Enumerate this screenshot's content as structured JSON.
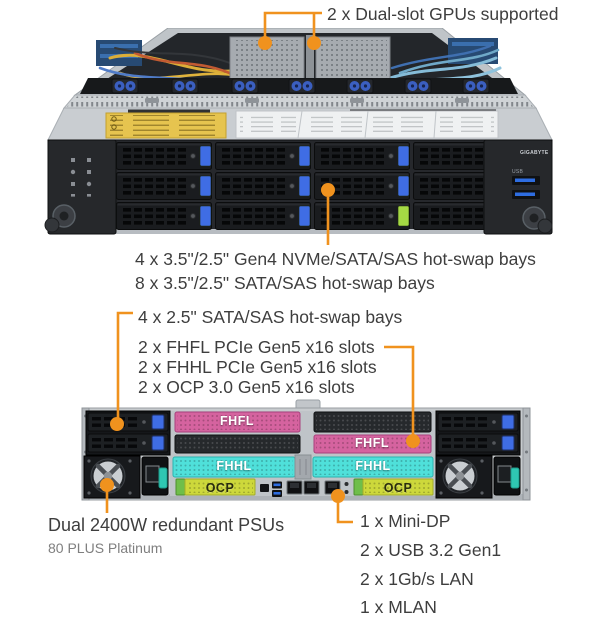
{
  "accent_color": "#F0921E",
  "text_color": "#3E3E3E",
  "annotations": {
    "gpu_support": "2 x Dual-slot GPUs supported",
    "front_bays_line1": "4 x 3.5\"/2.5\" Gen4 NVMe/SATA/SAS hot-swap bays",
    "front_bays_line2": "8 x 3.5\"/2.5\" SATA/SAS hot-swap bays",
    "rear_bays": "4 x 2.5\" SATA/SAS hot-swap bays",
    "expansion_slots": [
      "2 x FHFL PCIe Gen5 x16 slots",
      "2 x FHHL PCIe Gen5 x16 slots",
      "2 x OCP 3.0 Gen5 x16 slots"
    ],
    "psu_title": "Dual 2400W redundant PSUs",
    "psu_subtitle": "80 PLUS Platinum",
    "rear_io": [
      "1 x Mini-DP",
      "2 x USB 3.2 Gen1",
      "2 x 1Gb/s LAN",
      "1 x MLAN"
    ]
  },
  "front_view": {
    "brand": "GIGABYTE",
    "usb_label": "USB",
    "latch_colors": [
      "#3F6DE4",
      "#3F6DE4",
      "#3F6DE4",
      "#A5D944",
      "#3F6DE4",
      "#3F6DE4",
      "#3F6DE4",
      "#A5D944",
      "#3F6DE4",
      "#3F6DE4",
      "#A5D944",
      "#A5D944"
    ]
  },
  "rear_view": {
    "slot_labels": {
      "fhfl": "FHFL",
      "fhhl": "FHHL",
      "ocp": "OCP"
    },
    "slot_colors": {
      "fhfl": "#D5639F",
      "fhhl": "#4FE0DA",
      "ocp": "#CDD83B",
      "ocp_tab": "#6FBE4A",
      "psu_clip": "#2FC7B2"
    }
  }
}
